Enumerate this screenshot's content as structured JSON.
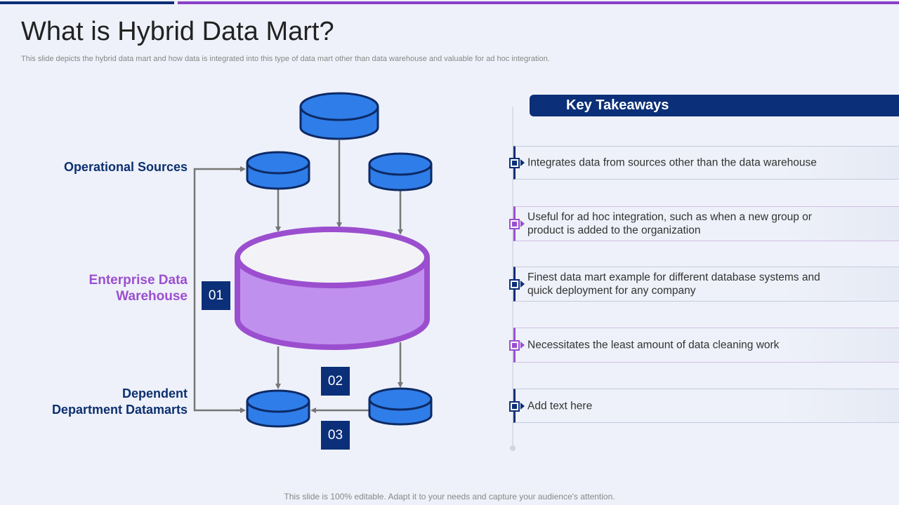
{
  "slide": {
    "title": "What is Hybrid Data Mart?",
    "subtitle": "This slide depicts the hybrid data mart and how data is integrated into this type of data mart other than data warehouse and valuable for ad hoc integration.",
    "footer": "This slide is 100% editable. Adapt it to your needs and capture your audience's attention."
  },
  "diagram": {
    "labels": {
      "operational_sources": "Operational Sources",
      "enterprise_line1": "Enterprise Data",
      "enterprise_line2": "Warehouse",
      "dependent_line1": "Dependent",
      "dependent_line2": "Department Datamarts"
    },
    "numbers": [
      "01",
      "02",
      "03"
    ]
  },
  "key_takeaways": {
    "header": "Key Takeaways",
    "items": [
      "Integrates data from sources other than the data warehouse",
      "Useful for ad hoc integration, such as when a new group or product is added to the organization",
      "Finest data mart example for different database systems and quick deployment for any company",
      "Necessitates the least amount of data cleaning work",
      "Add text here"
    ]
  },
  "colors": {
    "navy": "#0b2f78",
    "purple": "#9b4fcf",
    "db_blue": "#2f7de8",
    "warehouse_fill": "#c090ee",
    "background": "#eef1f9"
  }
}
